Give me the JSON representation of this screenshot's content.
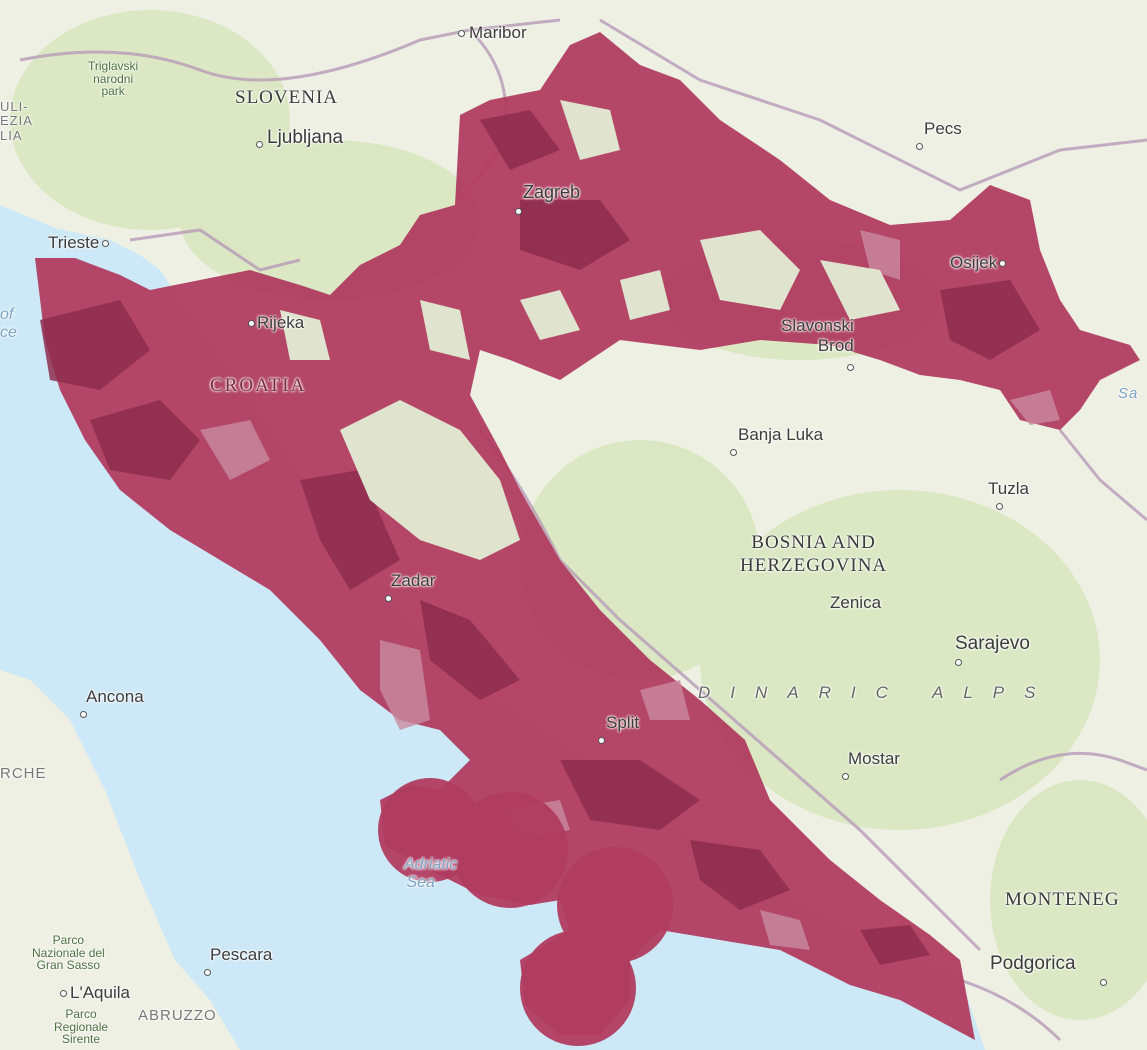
{
  "map": {
    "colors": {
      "sea": "#cfe9f7",
      "land": "#eef0e4",
      "green": "#d6e6bd",
      "coverage": "#b03c60",
      "coverage_dark": "#8e2d4f",
      "coverage_light": "#c87d95",
      "border": "#b79ab8"
    },
    "cities": {
      "maribor": "Maribor",
      "ljubljana": "Ljubljana",
      "pecs": "Pecs",
      "zagreb": "Zagreb",
      "trieste": "Trieste",
      "osijek": "Osijek",
      "rijeka": "Rijeka",
      "slavonski_brod_1": "Slavonski",
      "slavonski_brod_2": "Brod",
      "banja_luka": "Banja Luka",
      "tuzla": "Tuzla",
      "zenica": "Zenica",
      "sarajevo": "Sarajevo",
      "zadar": "Zadar",
      "ancona": "Ancona",
      "split": "Split",
      "mostar": "Mostar",
      "pescara": "Pescara",
      "laquila": "L'Aquila",
      "podgorica": "Podgorica"
    },
    "countries": {
      "slovenia": "SLOVENIA",
      "croatia": "CROATIA",
      "bosnia_1": "BOSNIA AND",
      "bosnia_2": "HERZEGOVINA",
      "montenegro": "MONTENEG"
    },
    "parks": {
      "triglav_1": "Triglavski",
      "triglav_2": "narodni",
      "triglav_3": "park",
      "gran_sasso_1": "Parco",
      "gran_sasso_2": "Nazionale del",
      "gran_sasso_3": "Gran Sasso",
      "abruzzo_park_1": "Parco",
      "abruzzo_park_2": "Regionale",
      "abruzzo_park_3": "Sirente"
    },
    "regions": {
      "abruzzo": "ABRUZZO",
      "marche": "RCHE",
      "friuli_1": "ULI-",
      "friuli_2": "EZIA",
      "friuli_3": "LIA",
      "sava": "Sa"
    },
    "water": {
      "adriatic_1": "Adriatic",
      "adriatic_2": "Sea",
      "gulf_1": "of",
      "gulf_2": "ce"
    },
    "mountains": {
      "dinaric": "DINARIC ALPS"
    }
  }
}
